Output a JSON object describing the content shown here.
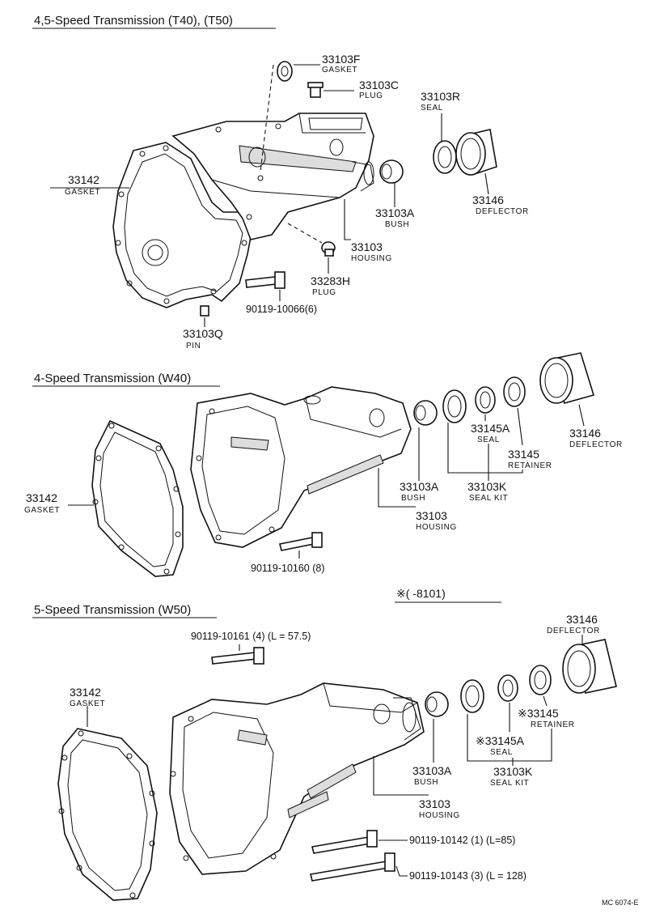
{
  "sections": [
    {
      "title": "4,5-Speed Transmission (T40), (T50)",
      "labels": {
        "gasket_f": {
          "number": "33103F",
          "name": "GASKET"
        },
        "plug_c": {
          "number": "33103C",
          "name": "PLUG"
        },
        "seal_r": {
          "number": "33103R",
          "name": "SEAL"
        },
        "gasket": {
          "number": "33142",
          "name": "GASKET"
        },
        "bush": {
          "number": "33103A",
          "name": "BUSH"
        },
        "deflector": {
          "number": "33146",
          "name": "DEFLECTOR"
        },
        "housing": {
          "number": "33103",
          "name": "HOUSING"
        },
        "plug_h": {
          "number": "33283H",
          "name": "PLUG"
        },
        "bolt": "90119-10066(6)",
        "pin": {
          "number": "33103Q",
          "name": "PIN"
        }
      }
    },
    {
      "title": "4-Speed Transmission (W40)",
      "labels": {
        "gasket": {
          "number": "33142",
          "name": "GASKET"
        },
        "seal": {
          "number": "33145A",
          "name": "SEAL"
        },
        "deflector": {
          "number": "33146",
          "name": "DEFLECTOR"
        },
        "retainer": {
          "number": "33145",
          "name": "RETAINER"
        },
        "bush": {
          "number": "33103A",
          "name": "BUSH"
        },
        "seal_kit": {
          "number": "33103K",
          "name": "SEAL KIT"
        },
        "housing": {
          "number": "33103",
          "name": "HOUSING"
        },
        "bolt": "90119-10160 (8)"
      }
    },
    {
      "title": "5-Speed Transmission (W50)",
      "note": "※(       -8101)",
      "labels": {
        "bolt_top": "90119-10161 (4) (L = 57.5)",
        "deflector": {
          "number": "33146",
          "name": "DEFLECTOR"
        },
        "gasket": {
          "number": "33142",
          "name": "GASKET"
        },
        "retainer": {
          "number": "※33145",
          "name": "RETAINER"
        },
        "seal": {
          "number": "※33145A",
          "name": "SEAL"
        },
        "bush": {
          "number": "33103A",
          "name": "BUSH"
        },
        "seal_kit": {
          "number": "33103K",
          "name": "SEAL KIT"
        },
        "housing": {
          "number": "33103",
          "name": "HOUSING"
        },
        "bolt_mid": "90119-10142 (1) (L=85)",
        "bolt_low": "90119-10143 (3) (L = 128)"
      }
    }
  ],
  "footer_code": "MC 6074-E"
}
